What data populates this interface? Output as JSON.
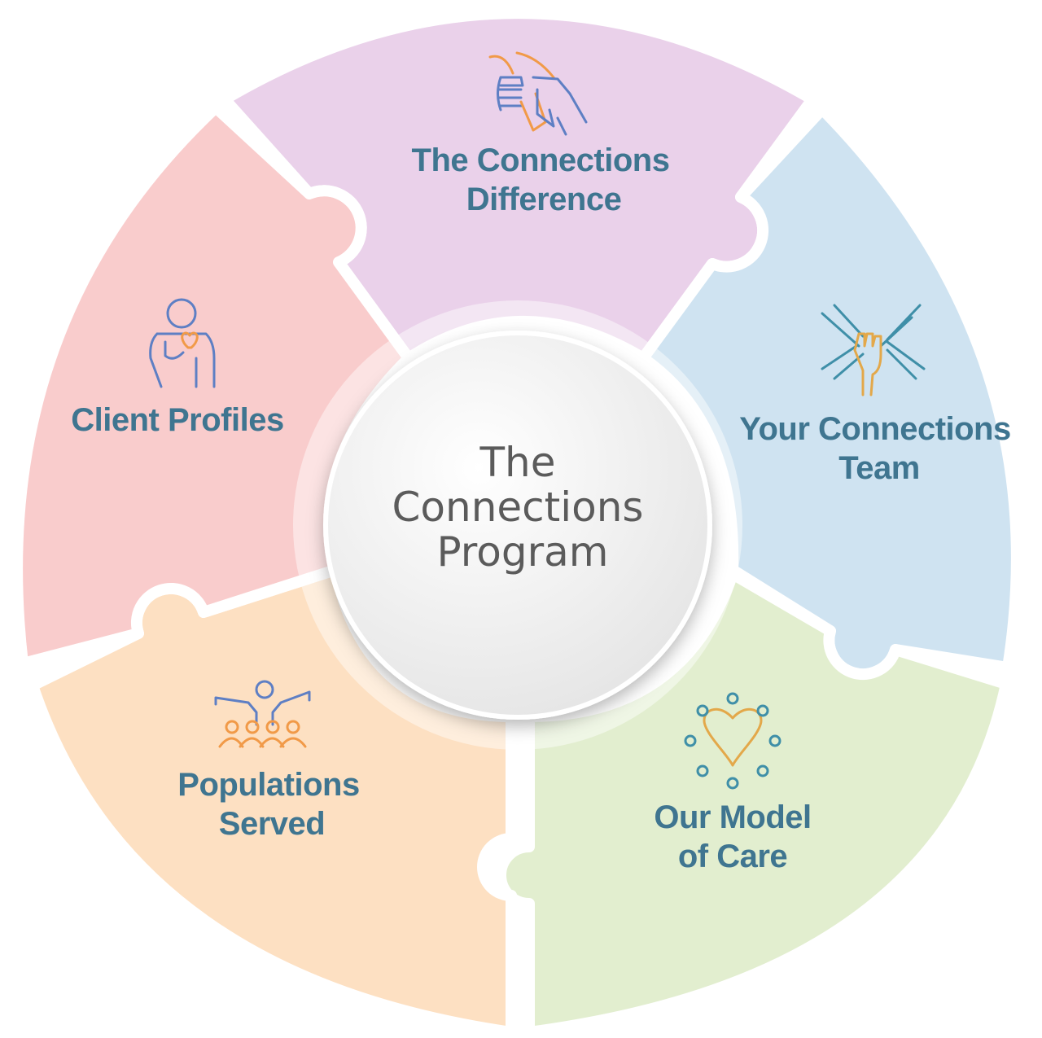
{
  "center": {
    "title_lines": [
      "The",
      "Connections",
      "Program"
    ]
  },
  "segments": [
    {
      "id": "connections-difference",
      "lines": [
        "The Connections",
        "Difference"
      ],
      "fill": "#ead1ea",
      "icon": "handshake-icon"
    },
    {
      "id": "connections-team",
      "lines": [
        "Your Connections",
        "Team"
      ],
      "fill": "#cfe3f1",
      "icon": "team-hands-icon"
    },
    {
      "id": "model-of-care",
      "lines": [
        "Our Model",
        "of Care"
      ],
      "fill": "#e2eecf",
      "icon": "heart-circle-icon"
    },
    {
      "id": "populations-served",
      "lines": [
        "Populations",
        "Served"
      ],
      "fill": "#fde0c2",
      "icon": "group-icon"
    },
    {
      "id": "client-profiles",
      "lines": [
        "Client Profiles"
      ],
      "fill": "#f9cccc",
      "icon": "person-heart-icon"
    }
  ],
  "colors": {
    "label_text": "#3f7590",
    "icon_blue": "#5e7fc4",
    "icon_orange": "#f19a48",
    "icon_gold": "#e3a84a",
    "icon_teal": "#3f8fa8",
    "center_text": "#5b5b5b"
  }
}
